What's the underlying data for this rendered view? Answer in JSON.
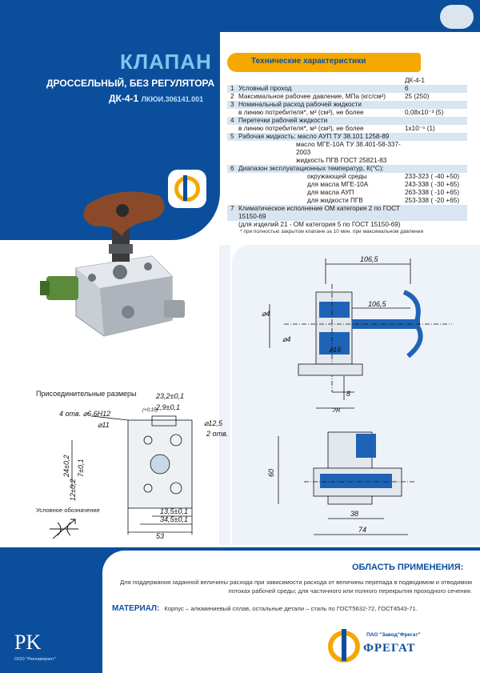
{
  "header": {
    "title": "КЛАПАН",
    "subtitle": "ДРОССЕЛЬНЫЙ, БЕЗ РЕГУЛЯТОРА",
    "model": "ДК-4-1",
    "model_code": "ЛКЮИ.306141.001"
  },
  "specs": {
    "heading": "Технические характеристики",
    "column_header": "ДК-4-1",
    "rows": [
      {
        "num": "1",
        "text": "Условный проход",
        "value": "6"
      },
      {
        "num": "2",
        "text": "Максимальное рабочее давление, МПа (кгс/см²)",
        "value": "25 (250)"
      },
      {
        "num": "3",
        "text": "Номинальный расход рабочей жидкости",
        "value": ""
      },
      {
        "num": "",
        "text": "в линию потребителя*, м³ (см³), не более",
        "value": "0,08x10⁻³ (5)"
      },
      {
        "num": "4",
        "text": "Перетечки рабочей жидкости",
        "value": ""
      },
      {
        "num": "",
        "text": "в линию потребителя*, м³ (см³), не более",
        "value": "1x10⁻⁶ (1)"
      },
      {
        "num": "5",
        "text": "Рабочая жидкость: масло АУП ТУ 38.101 1258-89",
        "value": ""
      },
      {
        "num": "",
        "text": "масло МГЕ-10А ТУ 38.401-58-337-2003",
        "value": ""
      },
      {
        "num": "",
        "text": "жидкость ПГВ ГОСТ 25821-83",
        "value": ""
      },
      {
        "num": "6",
        "text": "Диапазон эксплуатационных температур, К(°С):",
        "value": ""
      },
      {
        "num": "",
        "text": "окружающей среды",
        "value": "233-323 ( -40 +50)"
      },
      {
        "num": "",
        "text": "для масла МГЕ-10А",
        "value": "243-338 ( -30 +65)"
      },
      {
        "num": "",
        "text": "для масла АУП",
        "value": "263-338 ( -10 +65)"
      },
      {
        "num": "",
        "text": "для жидкости ПГВ",
        "value": "253-338 ( -20 +65)"
      },
      {
        "num": "7",
        "text": "Климатическое исполнение ОМ категория 2 по ГОСТ 15150-69",
        "value": ""
      },
      {
        "num": "",
        "text": "(для изделий 21 - ОМ категория 5 по ГОСТ 15150-69)",
        "value": ""
      }
    ],
    "footnote": "* при полностью закрытом клапане за 10 мин. при максимальном давлении"
  },
  "drawings": {
    "mount_title": "Присоединительные размеры",
    "symbol_label": "Условное обозначение",
    "dims_side": [
      "106,5",
      "106,5",
      "⌀4",
      "⌀4",
      "⌀16",
      "8",
      "28"
    ],
    "dims_front": [
      "60",
      "38",
      "74"
    ],
    "dims_mount": [
      "23,2±0,1",
      "2,9±0,1",
      "4 отв. ⌀6,6H12",
      "(+0,15)",
      "⌀11",
      "⌀12,5",
      "2 отв.",
      "24±0,2",
      "7±0,1",
      "12±0,2",
      "13,5±0,1",
      "34,5±0,1",
      "53"
    ]
  },
  "application": {
    "heading": "ОБЛАСТЬ ПРИМЕНЕНИЯ:",
    "text": "Для поддержания заданной величины расхода при зависимости расхода от величины перепада в подводимом и отводимом потоках рабочей среды; для частичного или полного перекрытия проходного сечения.",
    "material_label": "МАТЕРИАЛ:",
    "material_text": "Корпус – алюминиевый сплав, остальные детали – сталь по ГОСТ5632-72, ГОСТ4543-71."
  },
  "footer": {
    "pk_letters": "PK",
    "pk_caption": "ООО \"Реклампринт\"",
    "company": "ПАО \"Завод\"Фрегат\"",
    "brand": "ФРЕГАТ"
  },
  "colors": {
    "brand_blue": "#0b4f9c",
    "accent_orange": "#f5a800",
    "title_light_blue": "#7ec6ee"
  }
}
